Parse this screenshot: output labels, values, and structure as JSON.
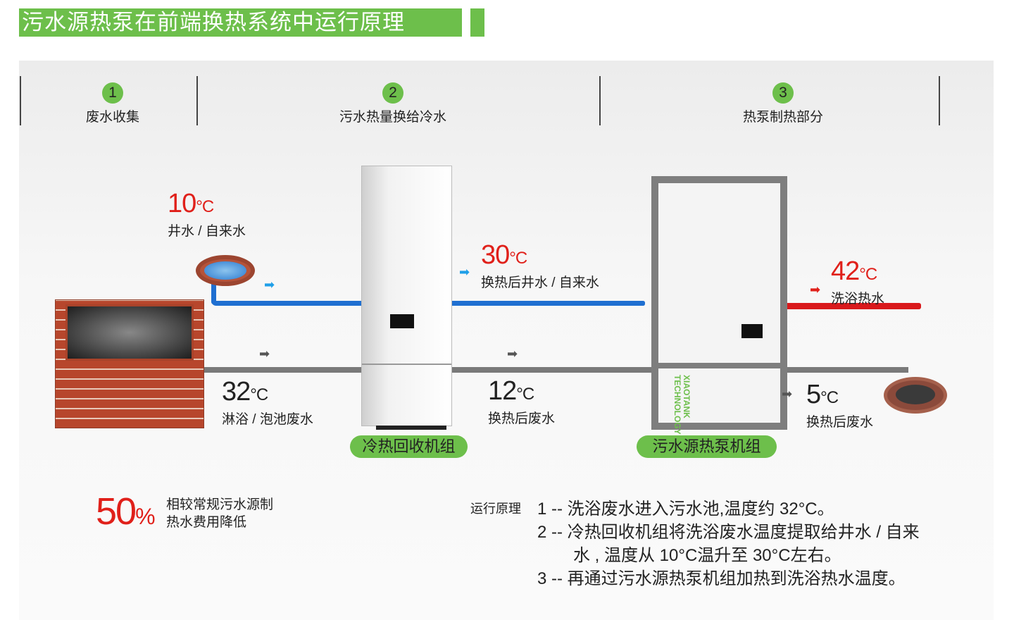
{
  "title": "污水源热泵在前端换热系统中运行原理",
  "steps": [
    {
      "num": "1",
      "label": "废水收集"
    },
    {
      "num": "2",
      "label": "污水热量换给冷水"
    },
    {
      "num": "3",
      "label": "热泵制热部分"
    }
  ],
  "temps": {
    "well": {
      "value": "10",
      "unit": "°C",
      "label": "井水 / 自来水"
    },
    "after_well": {
      "value": "30",
      "unit": "°C",
      "label": "换热后井水 / 自来水"
    },
    "bath_hot": {
      "value": "42",
      "unit": "°C",
      "label": "洗浴热水"
    },
    "waste": {
      "value": "32",
      "unit": "°C",
      "label": "淋浴 / 泡池废水"
    },
    "after_waste1": {
      "value": "12",
      "unit": "°C",
      "label": "换热后废水"
    },
    "after_waste2": {
      "value": "5",
      "unit": "°C",
      "label": "换热后废水"
    }
  },
  "units": {
    "recovery": "冷热回收机组",
    "heat_pump": "污水源热泵机组",
    "brand_line1": "XIAOTANK",
    "brand_line2": "TECHNOLOGY"
  },
  "saving": {
    "value": "50",
    "unit": "%",
    "line1": "相较常规污水源制",
    "line2": "热水费用降低"
  },
  "principle": {
    "heading": "运行原理",
    "items": [
      {
        "num": "1 --",
        "text": "洗浴废水进入污水池,温度约 32°C。"
      },
      {
        "num": "2 --",
        "text": "冷热回收机组将洗浴废水温度提取给井水 / 自来",
        "cont": "水 , 温度从 10°C温升至 30°C左右。"
      },
      {
        "num": "3 --",
        "text": "再通过污水源热泵机组加热到洗浴热水温度。"
      }
    ]
  },
  "colors": {
    "green": "#6dbf4b",
    "red": "#e0201a",
    "blue": "#1f6fd1"
  }
}
